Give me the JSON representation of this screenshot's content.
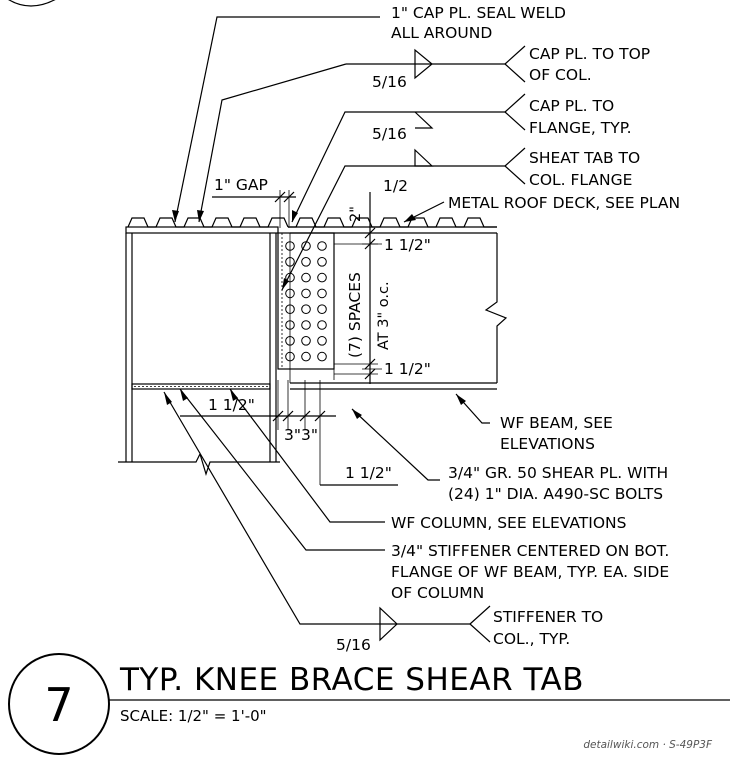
{
  "notes": {
    "cap_pl_seal_l1": "1\" CAP PL. SEAL WELD",
    "cap_pl_seal_l2": "ALL AROUND",
    "weld1_size": "5/16",
    "weld1_note_l1": "CAP PL. TO TOP",
    "weld1_note_l2": "OF COL.",
    "weld2_size": "5/16",
    "weld2_note_l1": "CAP PL. TO",
    "weld2_note_l2": "FLANGE, TYP.",
    "weld3_size": "1/2",
    "weld3_note_l1": "SHEAT TAB TO",
    "weld3_note_l2": "COL. FLANGE",
    "gap": "1\" GAP",
    "deck": "METAL ROOF DECK, SEE PLAN",
    "dim_2": "2\"",
    "dim_top_edge": "1 1/2\"",
    "spaces_l1": "(7) SPACES",
    "spaces_l2": "AT 3\" o.c.",
    "dim_bot_edge": "1 1/2\"",
    "dim_left_edge": "1 1/2\"",
    "dim_33": "3\"3\"",
    "dim_right_edge": "1 1/2\"",
    "wf_beam_l1": "WF BEAM, SEE",
    "wf_beam_l2": "ELEVATIONS",
    "shear_pl_l1": "3/4\" GR. 50 SHEAR PL. WITH",
    "shear_pl_l2": "(24) 1\" DIA. A490-SC BOLTS",
    "wf_column": "WF COLUMN, SEE ELEVATIONS",
    "stiffener_l1": "3/4\" STIFFENER CENTERED ON BOT.",
    "stiffener_l2": "FLANGE OF WF BEAM, TYP. EA. SIDE",
    "stiffener_l3": "OF COLUMN",
    "weld4_size": "5/16",
    "weld4_note_l1": "STIFFENER TO",
    "weld4_note_l2": "COL., TYP."
  },
  "title_block": {
    "detail_number": "7",
    "title": "TYP. KNEE BRACE SHEAR TAB",
    "scale": "SCALE:  1/2\" = 1'-0\""
  },
  "watermark": "detailwiki.com · S-49P3F"
}
